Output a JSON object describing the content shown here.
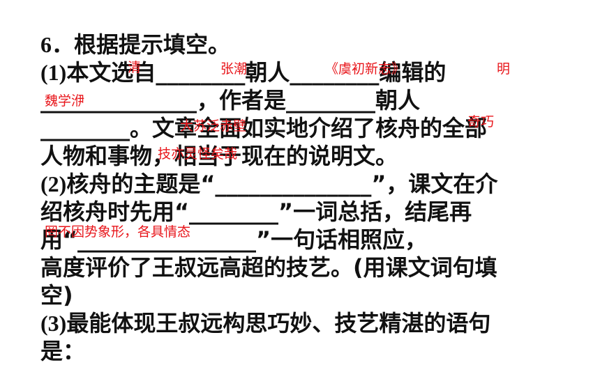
{
  "lines": [
    {
      "num": "6．",
      "text": "根据提示填空。"
    },
    {
      "num": "(1)",
      "text": "本文选自________朝人________编辑的"
    },
    {
      "num": "",
      "text": "______________，作者是________朝人"
    },
    {
      "num": "",
      "text": "________。文章全面如实地介绍了核舟的全部"
    },
    {
      "num": "",
      "text": "人物和事物，相当于现在的说明文。"
    },
    {
      "num": "(2)",
      "text": "核舟的主题是“______________”，课文在介"
    },
    {
      "num": "",
      "text": "绍核舟时先用“________”一词总括，结尾再"
    },
    {
      "num": "",
      "text": "用“________________”一句话相照应，"
    },
    {
      "num": "",
      "text": "高度评价了王叔远高超的技艺。(用课文词句填"
    },
    {
      "num": "",
      "text": "空)"
    },
    {
      "num": "(3)",
      "text": "最能体现王叔远构思巧妙、技艺精湛的语句"
    },
    {
      "num": "",
      "text": "是："
    }
  ],
  "answers": {
    "dynasty1": "清",
    "editor": "张潮",
    "book": "《虞初新志》",
    "dynasty2": "明",
    "author": "魏学洢",
    "theme": "大苏泛赤壁",
    "summary_word": "奇巧",
    "echo_sentence": "技亦灵怪矣哉",
    "line3": "罔不因势象形，各具情态"
  }
}
